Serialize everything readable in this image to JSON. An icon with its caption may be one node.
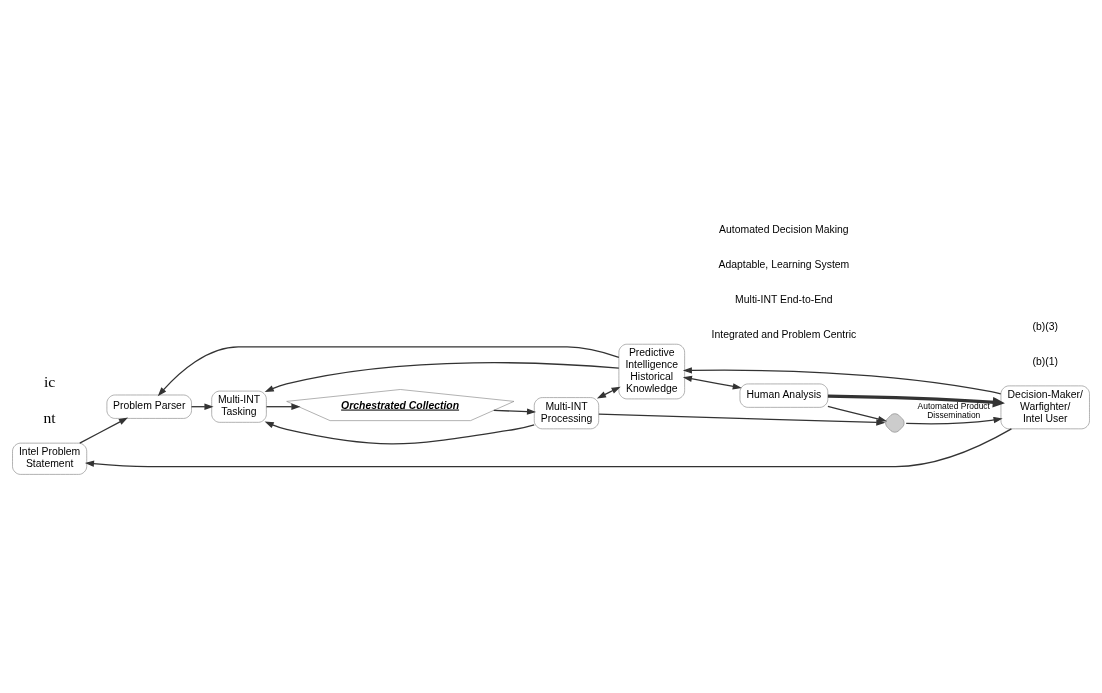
{
  "diagram": {
    "nodes": [
      {
        "text": [
          "Intel Problem Statement"
        ]
      },
      {
        "text": [
          "Problem Parser"
        ]
      },
      {
        "text": [
          "Multi-INT Tasking"
        ]
      },
      {
        "text": [
          "Multi-INT Processing"
        ]
      },
      {
        "text": [],
        "shape": "diamond"
      },
      {
        "text": [
          "Human Analysis"
        ]
      },
      {
        "text": [
          "Decision-Maker/ Warfighter/ Intel User"
        ]
      },
      {
        "text": [
          "Predictive Intelligence Historical Knowledge"
        ]
      },
      {
        "text": [
          "Orchestrated Collection"
        ]
      }
    ],
    "edges": [
      {
        "from": 0,
        "to": 1,
        "arrow": "to"
      },
      {
        "from": 1,
        "to": 2,
        "arrow": "to"
      },
      {
        "from": 2,
        "to": 8,
        "arrow": "to"
      },
      {
        "from": 8,
        "to": 3,
        "arrow": "to"
      },
      {
        "from": 3,
        "to": 2,
        "arrow": "to"
      },
      {
        "from": 3,
        "to": 4,
        "arrow": "to"
      },
      {
        "from": 4,
        "to": 6,
        "arrow": "to",
        "label": "Automated Product Dissemination"
      },
      {
        "from": 5,
        "to": 4,
        "arrow": "to"
      },
      {
        "from": 5,
        "to": 6,
        "arrow": "to",
        "style": "thick"
      },
      {
        "from": 7,
        "to": 1,
        "arrow": "to"
      },
      {
        "from": 7,
        "to": 2,
        "arrow": "to"
      },
      {
        "from": 3,
        "to": 7,
        "arrow": "both"
      },
      {
        "from": 7,
        "to": 5,
        "arrow": "both"
      },
      {
        "from": 6,
        "to": 0,
        "arrow": "to"
      },
      {
        "from": 6,
        "to": 7,
        "arrow": "to"
      }
    ],
    "labels": [
      "nt",
      "(b)(1)",
      "(b)(3)",
      "Integrated and Problem Centric",
      "Multi-INT End-to-End",
      "Adaptable, Learning System",
      "Automated Decision Making",
      "ic"
    ]
  }
}
